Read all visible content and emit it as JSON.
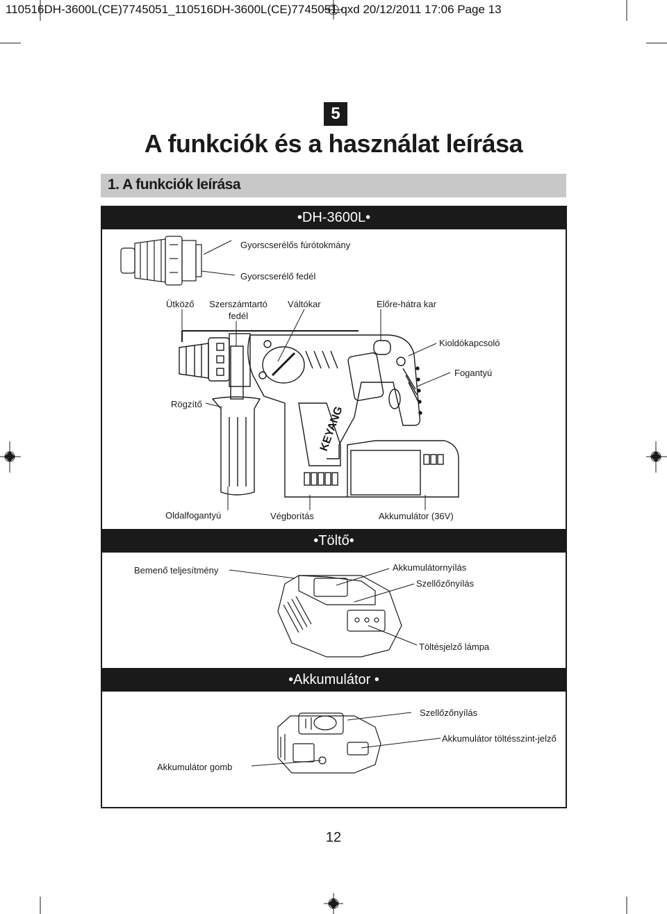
{
  "header": {
    "slug": "110516DH-3600L(CE)7745051_110516DH-3600L(CE)7745051.qxd  20/12/2011  17:06  Page 13"
  },
  "section": {
    "number": "5",
    "title": "A funkciók és a használat leírása",
    "subtitle": "1. A funkciók leírása"
  },
  "hammer": {
    "heading": "•DH-3600L•",
    "labels": {
      "quick_chuck": "Gyorscserélős fúrótokmány",
      "quick_cover": "Gyorscserélő fedél",
      "stop": "Ütköző",
      "tool_holder": "Szerszámtartó",
      "tool_holder_2": "fedél",
      "mode_lever": "Váltókar",
      "fwd_rev": "Előre-hátra kar",
      "switch": "Kioldókapcsoló",
      "handle": "Fogantyú",
      "clamp": "Rögzítő",
      "side_handle": "Oldalfogantyú",
      "end_cap": "Végborítás",
      "battery": "Akkumulátor  (36V)",
      "brand": "KEYANG"
    }
  },
  "charger": {
    "heading": "•Töltő•",
    "labels": {
      "input_power": "Bemenő teljesítmény",
      "battery_slot": "Akkumulátornyílás",
      "vent": "Szellőzőnyílás",
      "lamp": "Töltésjelző lámpa"
    }
  },
  "battery": {
    "heading": "•Akkumulátor •",
    "labels": {
      "vent": "Szellőzőnyílás",
      "level": "Akkumulátor töltésszint-jelző",
      "button": "Akkumulátor gomb"
    }
  },
  "footer": {
    "page_number": "12"
  }
}
